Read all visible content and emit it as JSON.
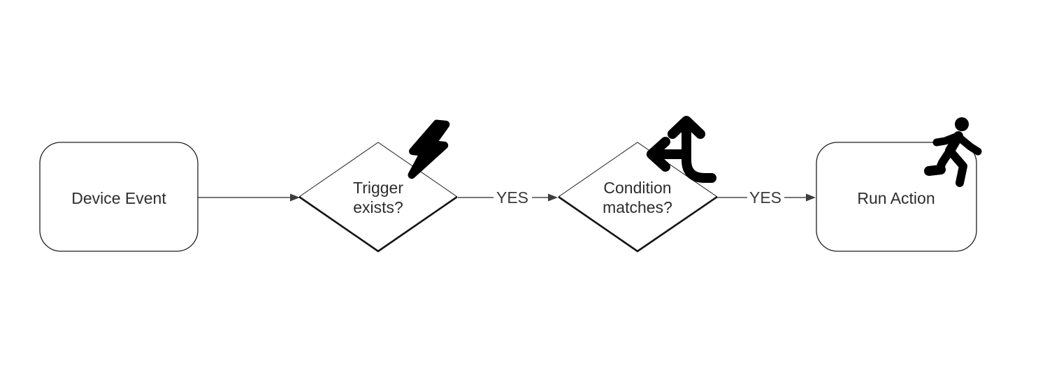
{
  "diagram": {
    "background": "#ffffff",
    "nodes": [
      {
        "id": "device-event",
        "shape": "rounded-rectangle",
        "label": "Device Event",
        "icon": null
      },
      {
        "id": "trigger-exists",
        "shape": "diamond",
        "label": "Trigger exists?",
        "label_line1": "Trigger",
        "label_line2": "exists?",
        "icon": "lightning-bolt"
      },
      {
        "id": "condition-matches",
        "shape": "diamond",
        "label": "Condition matches?",
        "label_line1": "Condition",
        "label_line2": "matches?",
        "icon": "split-arrows"
      },
      {
        "id": "run-action",
        "shape": "rounded-rectangle",
        "label": "Run Action",
        "icon": "person-running"
      }
    ],
    "edges": [
      {
        "from": "device-event",
        "to": "trigger-exists",
        "label": ""
      },
      {
        "from": "trigger-exists",
        "to": "condition-matches",
        "label": "YES"
      },
      {
        "from": "condition-matches",
        "to": "run-action",
        "label": "YES"
      }
    ],
    "colors": {
      "node_stroke": "#1f1f1f",
      "node_fill": "#ffffff",
      "text": "#2d2d2d",
      "edge_line": "#4a4a4a",
      "edge_label": "#3a3a3a",
      "icon": "#000000"
    }
  }
}
